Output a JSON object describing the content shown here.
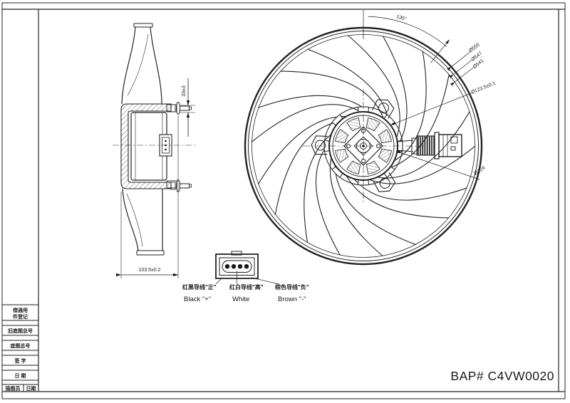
{
  "sheet": {
    "part_number": "BAP# C4VW0020"
  },
  "dimensions": {
    "blade_angle": "135°",
    "fan_od": "Ø550",
    "ring_od": "Ø547",
    "blade_od": "Ø541",
    "hub_dia": "Ø123.5±0.1",
    "motor_dia": "Ø124",
    "depth": "103.5±0.2",
    "stud": "33±3"
  },
  "connector": {
    "labels": [
      {
        "cn": "红黑导线\"正\"",
        "en": "Black \"+\""
      },
      {
        "cn": "红白导线\"高\"",
        "en": "White"
      },
      {
        "cn": "棕色导线\"负\"",
        "en": "Brown \"-\""
      }
    ]
  },
  "title_block": {
    "rows": [
      "借通用",
      "件登记",
      "旧底图总号",
      "底图总号",
      "签 字",
      "日 期"
    ],
    "bottom_left": "描图员",
    "bottom_right": "日期"
  }
}
